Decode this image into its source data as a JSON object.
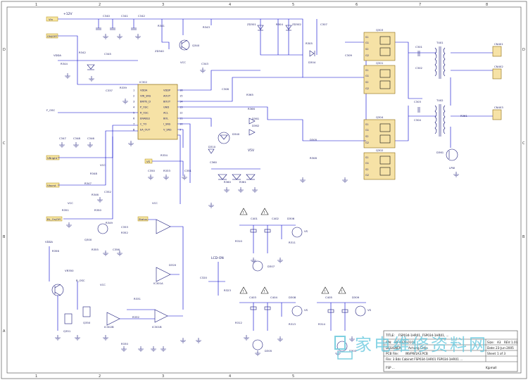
{
  "frame": {
    "cols": [
      "1",
      "2",
      "3",
      "4",
      "5",
      "6",
      "7",
      "8"
    ],
    "rows": [
      "D",
      "C",
      "B",
      "A"
    ]
  },
  "ports": [
    {
      "id": "vin",
      "label": "Vin"
    },
    {
      "id": "onoff",
      "label": "ON/OFF"
    },
    {
      "id": "vbright",
      "label": "VBright"
    },
    {
      "id": "vburst",
      "label": "Vburst"
    },
    {
      "id": "blonoff",
      "label": "BL_On/Off"
    }
  ],
  "ic": {
    "name": "IC302",
    "pins_left": [
      "VDDA",
      "VIN_SNS",
      "BRITE_D",
      "P_OSC",
      "R_OSC",
      "ENABLE",
      "C_TO",
      "EA_OUT"
    ],
    "pins_right": [
      "VDDP",
      "AOUT",
      "BOUT",
      "GND",
      "ACL",
      "BOL",
      "I_SNS",
      "V_SNS"
    ],
    "pins_left_num": [
      "1",
      "2",
      "3",
      "4",
      "5",
      "6",
      "7",
      "8"
    ],
    "pins_right_num": [
      "16",
      "15",
      "14",
      "13",
      "12",
      "11",
      "10",
      "9"
    ]
  },
  "labels": {
    "v12": "+12V",
    "vdda": "VDDA",
    "vcc": "VCC",
    "vs": "VS",
    "v5v": "V5V",
    "fosc": "F_OSC",
    "b_osc": "B_OSC",
    "status": "Status",
    "lcd_on": "LCD-ON",
    "vs_out": "VS",
    "vs_out2": "VS",
    "vs_out3": "VS",
    "vs_out4": "VS"
  },
  "parts": {
    "c340": "C340",
    "c341": "C341",
    "c342": "C342",
    "r341": "R341",
    "q340": "Q340",
    "zd340": "ZD340",
    "r343": "R343",
    "c343": "C343",
    "zd301": "ZD301",
    "r304": "R304",
    "zd302": "ZD302",
    "c307": "C307",
    "r305": "R305",
    "d304": "D304",
    "c309": "C309",
    "q303": "Q303",
    "q301": "Q301",
    "q304": "Q304",
    "q302": "Q302",
    "c301": "C301",
    "c302": "C302",
    "t401": "T401",
    "t402": "T402",
    "c303": "C303",
    "c304": "C304",
    "r344": "R344",
    "r342": "R342",
    "c345": "C345",
    "r339": "R339",
    "c337": "C337",
    "c347": "C347",
    "c348": "C348",
    "c346": "C346",
    "r308": "R308",
    "c308": "C308",
    "d340": "D340",
    "r365": "R365",
    "r366": "R366",
    "d361": "D361",
    "d362": "D362",
    "c360": "C360",
    "r360": "R360",
    "r361": "R361",
    "d310": "D310",
    "c350": "C350",
    "r334": "R334",
    "r333": "R333",
    "c351": "C351",
    "r348": "R348",
    "r347": "R347",
    "r346": "R346",
    "c352": "C352",
    "r350": "R350",
    "r351": "R351",
    "q300": "Q300",
    "r349": "R349",
    "r352": "R352",
    "c353": "C353",
    "r355": "R355",
    "c356": "C356",
    "r356": "R356",
    "vr350": "VR350",
    "q350": "Q350",
    "q351": "Q351",
    "r330": "R330",
    "ic301": "IC301B",
    "ic301a": "IC301A",
    "r331": "R331",
    "r332": "R332",
    "d320": "D320",
    "r320": "R320",
    "r321": "R321",
    "r323": "R323",
    "c320": "C320",
    "d307": "D307",
    "d306": "D306",
    "d305": "D305",
    "d303": "D303",
    "d308": "D308",
    "d309": "D309",
    "c401": "C401",
    "c402": "C402",
    "c403": "C403",
    "c404": "C404",
    "c405": "C405",
    "r310": "R310",
    "r311": "R311",
    "r312": "R312",
    "r313": "R313",
    "r314": "R314",
    "cn401": "CN401",
    "cn402": "CN402",
    "cn403": "CN403",
    "d361b": "D361",
    "r361b": "R361",
    "lpw": "LPW"
  },
  "title_block": {
    "title_lbl": "TITLE:",
    "title": "FSP034-1HR01, FSP034-1HR01, ...",
    "pn_lbl": "P/N:",
    "pn": "3B-032P-0101",
    "size_lbl": "Size:",
    "size": "A3",
    "rev_lbl": "REV:",
    "rev": "1.01",
    "designer_lbl": "DESIGNER:",
    "designer": "Achang Chen",
    "date_lbl": "Date:",
    "date": "23-Jun-2005",
    "pcb_lbl": "PCB File:",
    "pcb": "INVPW1A3.PCB",
    "sheet_lbl": "Sheet",
    "sheet": "1 of 3",
    "footer": "File: 3 Bds Cabinet FSP034-1HR01 FSP034-1HR01 ...",
    "footer2": "FSP ...",
    "watermark": "家电维修资料网",
    "watermark_sub": "Kjpmall"
  }
}
